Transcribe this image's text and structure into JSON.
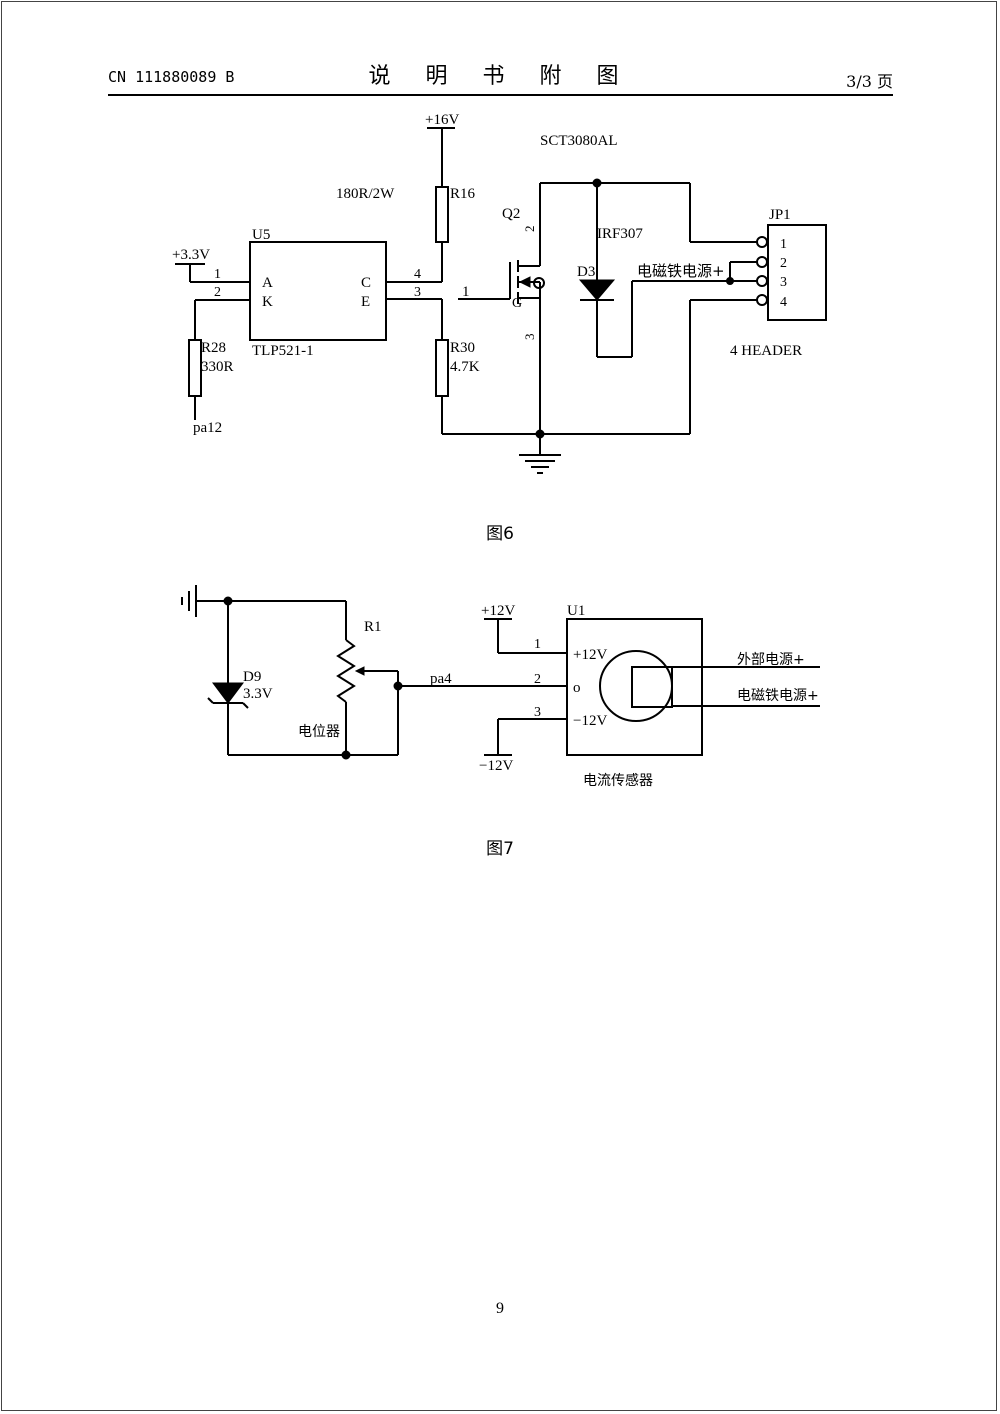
{
  "header": {
    "doc_number": "CN 111880089 B",
    "title": "说 明 书 附 图",
    "page_label": "3/3 页"
  },
  "figure6": {
    "caption": "图6",
    "labels": {
      "v16": "+16V",
      "sct": "SCT3080AL",
      "r16_value": "180R/2W",
      "r16": "R16",
      "q2": "Q2",
      "irf": "IRF307",
      "jp1": "JP1",
      "u5": "U5",
      "v33": "+3.3V",
      "pin1": "1",
      "pin2": "2",
      "pin_a": "A",
      "pin_k": "K",
      "pin_c": "C",
      "pin_e": "E",
      "pin4": "4",
      "pin3": "3",
      "tlp": "TLP521-1",
      "r28": "R28",
      "r28_value": "330R",
      "pa12": "pa12",
      "r30": "R30",
      "r30_value": "4.7K",
      "gate_pin": "1",
      "g": "G",
      "q_pin2": "2",
      "q_pin3": "3",
      "d3": "D3",
      "magnet_supply": "电磁铁电源+",
      "jp_pin1": "1",
      "jp_pin2": "2",
      "jp_pin3": "3",
      "jp_pin4": "4",
      "header4": "4 HEADER"
    }
  },
  "figure7": {
    "caption": "图7",
    "labels": {
      "r1": "R1",
      "d9": "D9",
      "d9_value": "3.3V",
      "pot": "电位器",
      "pa4": "pa4",
      "v12p": "+12V",
      "u1": "U1",
      "pin1": "1",
      "pin2": "2",
      "pin3": "3",
      "in_p12": "+12V",
      "in_o": "o",
      "in_m12": "−12V",
      "v12m": "−12V",
      "ext_supply": "外部电源+",
      "magnet_supply": "电磁铁电源+",
      "sensor": "电流传感器"
    }
  },
  "page_number": "9"
}
